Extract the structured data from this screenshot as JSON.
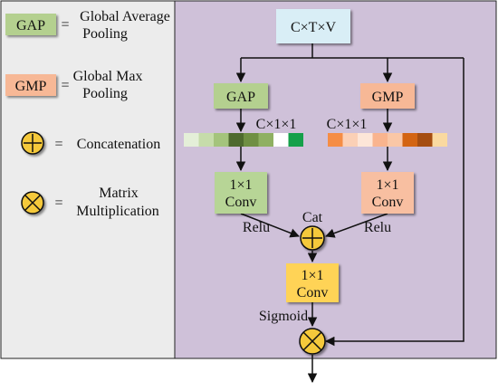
{
  "legend": {
    "gap": {
      "abbr": "GAP",
      "line1": "Global Average",
      "line2": "Pooling",
      "eq": "="
    },
    "gmp": {
      "abbr": "GMP",
      "line1": "Global Max",
      "line2": "Pooling",
      "eq": "="
    },
    "concat": {
      "eq": "=",
      "text": "Concatenation"
    },
    "matmul": {
      "eq": "=",
      "line1": "Matrix",
      "line2": "Multiplication"
    }
  },
  "diagram": {
    "input_label": "C×T×V",
    "gap_label": "GAP",
    "gmp_label": "GMP",
    "gap_shape": "C×1×1",
    "gmp_shape": "C×1×1",
    "conv_left": {
      "line1": "1×1",
      "line2": "Conv"
    },
    "conv_right": {
      "line1": "1×1",
      "line2": "Conv"
    },
    "conv_mid": {
      "line1": "1×1",
      "line2": "Conv"
    },
    "relu_left": "Relu",
    "relu_right": "Relu",
    "cat": "Cat",
    "sigmoid": "Sigmoid"
  },
  "colors": {
    "legend_panel": "#ececec",
    "main_panel": "#cfc1d9",
    "input_box": "#d9eef6",
    "gap_box": "#b4d08f",
    "gmp_box": "#f7b896",
    "conv_green": "#b7d596",
    "conv_orange": "#f8bfa1",
    "conv_yellow": "#ffd356",
    "circle_fill": "#f5c93a",
    "gap_strip": [
      "#e4efd8",
      "#c6dcaa",
      "#a4c47c",
      "#4e6a2e",
      "#6f8f43",
      "#8fb062",
      "#ffffff",
      "#15a04a"
    ],
    "gmp_strip": [
      "#f58d45",
      "#fbd0b6",
      "#fde6d8",
      "#f9b48e",
      "#fac7a6",
      "#d36412",
      "#a54d10",
      "#fad9a0"
    ]
  }
}
